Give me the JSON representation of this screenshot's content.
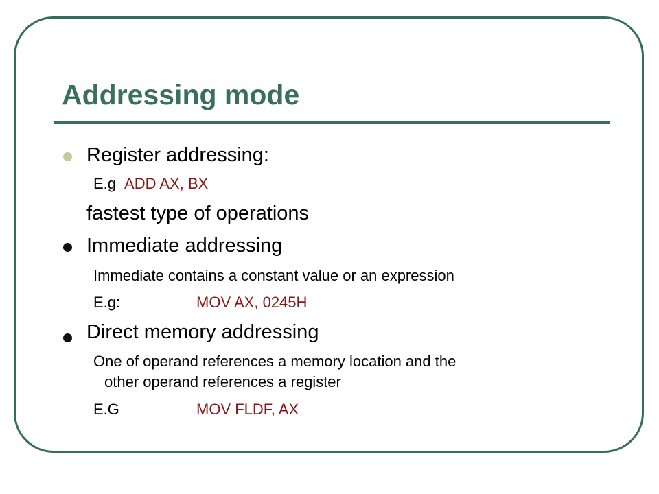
{
  "slide": {
    "title": "Addressing mode",
    "items": [
      {
        "heading": "Register addressing:",
        "example_prefix": "E.g",
        "example_code": "ADD AX, BX",
        "note": "fastest type of operations"
      },
      {
        "heading": "Immediate addressing",
        "description": "Immediate contains a constant value or an expression",
        "example_prefix": "E.g:",
        "example_code": "MOV AX, 0245H"
      },
      {
        "heading": "Direct memory addressing",
        "description_line1": "One of operand references a memory location and the",
        "description_line2": "other operand references a register",
        "example_prefix": "E.G",
        "example_code": "MOV FLDF, AX"
      }
    ]
  },
  "colors": {
    "frame": "#336d5e",
    "title": "#3a6e5f",
    "code": "#8b1515"
  }
}
